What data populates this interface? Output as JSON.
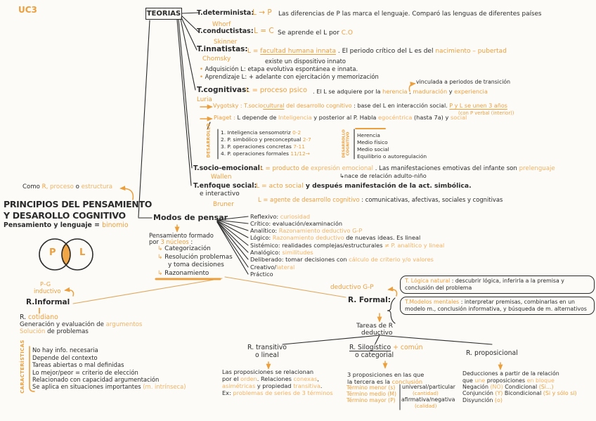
{
  "colors": {
    "ink": "#2b2b2b",
    "orange": "#ec9f3d",
    "orange_light": "#f2b264",
    "paper": "#fcfbf8"
  },
  "header": {
    "unit_tag": "UC3",
    "root_label": "TEORIAS"
  },
  "teorias": {
    "determinista": {
      "title": "T.determinista:",
      "formula": "L → P",
      "desc": "Las diferencias de P las marca el lenguaje. Comparó las lenguas de diferentes países",
      "author": "Whorf"
    },
    "conductista": {
      "title": "T.conductistas:",
      "formula": "L = C",
      "desc": [
        {
          "t": "Se aprende el L por ",
          "c": "b"
        },
        {
          "t": "C.O",
          "c": "o"
        }
      ],
      "author": "Skinner"
    },
    "innatista": {
      "title": "T.innatistas:",
      "desc": [
        {
          "t": "L = ",
          "c": "o"
        },
        {
          "t": "facultad humana innata",
          "c": "o",
          "u": 1
        },
        {
          "t": " . El periodo crítico del L es del ",
          "c": "b"
        },
        {
          "t": "nacimiento – pubertad",
          "c": "o"
        }
      ],
      "desc2": "existe un dispositivo innato",
      "author": "Chomsky",
      "bullets": [
        [
          {
            "t": "• ",
            "c": "o"
          },
          {
            "t": "Adquisición L: etapa evolutiva espontánea e innata.",
            "c": "b"
          }
        ],
        [
          {
            "t": "• ",
            "c": "o"
          },
          {
            "t": "Aprendizaje L: + adelante con ejercitación y memorización",
            "c": "b"
          }
        ]
      ]
    },
    "cognitiva": {
      "title": "T.cognitivas:",
      "formula": "L = proceso psico",
      "desc": [
        {
          "t": ". El L se adquiere por la ",
          "c": "b"
        },
        {
          "t": "herencia",
          "c": "o"
        },
        {
          "t": " , ",
          "c": "b"
        },
        {
          "t": "maduración",
          "c": "o"
        },
        {
          "t": " y ",
          "c": "b"
        },
        {
          "t": "experiencia",
          "c": "o"
        }
      ],
      "annotation": "vinculada a periodos de transición",
      "author": "Luria",
      "vygotsky": [
        {
          "t": "Vygotsky : ",
          "c": "o"
        },
        {
          "t": "T.socio",
          "c": "o"
        },
        {
          "t": "cultural",
          "c": "o",
          "u": 1
        },
        {
          "t": " del desarrollo cognitivo",
          "c": "o"
        },
        {
          "t": " : base del L en interacción social. ",
          "c": "b"
        },
        {
          "t": "P y L se unen 3 años",
          "c": "o",
          "u": 1
        }
      ],
      "vygotsky_note": "(con P verbal (interior))",
      "piaget": [
        {
          "t": "Piaget : ",
          "c": "o"
        },
        {
          "t": "L depende de ",
          "c": "b"
        },
        {
          "t": "Inteligencia",
          "c": "ol"
        },
        {
          "t": " y posterior al P. Habla ",
          "c": "b"
        },
        {
          "t": "egocéntrica",
          "c": "ol"
        },
        {
          "t": " (hasta 7a) y ",
          "c": "b"
        },
        {
          "t": "social",
          "c": "ol"
        }
      ],
      "stages_label": "DESARROLLO",
      "stages": [
        [
          {
            "t": "1. Inteligencia sensomotriz ",
            "c": "b"
          },
          {
            "t": "0-2",
            "c": "o"
          }
        ],
        [
          {
            "t": "2. P. simbólico y preconceptual ",
            "c": "b"
          },
          {
            "t": "2-7",
            "c": "o"
          }
        ],
        [
          {
            "t": "3. P. operaciones concretas ",
            "c": "b"
          },
          {
            "t": "7-11",
            "c": "o"
          }
        ],
        [
          {
            "t": "4. P. operaciones formales ",
            "c": "b"
          },
          {
            "t": "11/12→",
            "c": "o"
          }
        ]
      ],
      "factors_label": "DESARROLLO COGNITIVO",
      "factors": [
        "Herencia",
        "Medio físico",
        "Medio social",
        "Equilibrio o autoregulación"
      ]
    },
    "socioemocional": {
      "title": "T.socio-emocional:",
      "desc": [
        {
          "t": "L = producto de ",
          "c": "o"
        },
        {
          "t": "expresión emocional",
          "c": "ol"
        },
        {
          "t": " . ",
          "c": "b"
        },
        {
          "t": "Las manifestaciones emotivas del infante son ",
          "c": "b"
        },
        {
          "t": "prelenguaje",
          "c": "ol"
        }
      ],
      "sub": "↳nace de relación adulto-niño",
      "author": "Wallen"
    },
    "enfoque_social": {
      "title": "T.enfoque social:",
      "title2": "e interactivo",
      "author": "Bruner",
      "line1": [
        {
          "t": "L = acto social",
          "c": "o"
        },
        {
          "t": " y después manifestación de la act. simbólica.",
          "c": "b",
          "w": 1
        }
      ],
      "line2": [
        {
          "t": "L = agente de desarrollo cognitivo",
          "c": "o"
        },
        {
          "t": " : comunicativas, afectivas, sociales y cognitivas",
          "c": "b"
        }
      ]
    }
  },
  "principios": {
    "note": [
      {
        "t": "Como ",
        "c": "b"
      },
      {
        "t": "R,",
        "c": "o"
      },
      {
        "t": " proceso",
        "c": "ol"
      },
      {
        "t": " o ",
        "c": "b"
      },
      {
        "t": "estructura",
        "c": "ol"
      }
    ],
    "title1": "PRINCIPIOS DEL PENSAMIENTO",
    "title2": "Y DESAROLLO COGNITIVO",
    "subtitle": [
      {
        "t": "Pensamiento y lenguaje = ",
        "c": "b",
        "w": 1
      },
      {
        "t": "binomio",
        "c": "o"
      }
    ],
    "venn": {
      "left": "P",
      "right": "L"
    }
  },
  "modos": {
    "header": "Modos de pensar",
    "formed1": "Pensamiento formado",
    "formed2": [
      {
        "t": "por ",
        "c": "b"
      },
      {
        "t": "3 núcleos",
        "c": "o"
      },
      {
        "t": " :",
        "c": "b"
      }
    ],
    "nucleos": [
      [
        {
          "t": "↳ ",
          "c": "o"
        },
        {
          "t": "Categorización",
          "c": "b"
        }
      ],
      [
        {
          "t": "↳ ",
          "c": "o"
        },
        {
          "t": "Resolución problemas",
          "c": "b"
        }
      ],
      [
        {
          "t": "y toma decisiones",
          "c": "b"
        }
      ],
      [
        {
          "t": "↳ ",
          "c": "o"
        },
        {
          "t": "Razonamiento",
          "c": "b"
        }
      ]
    ],
    "list": [
      [
        {
          "t": "Reflexivo: ",
          "c": "b"
        },
        {
          "t": "curiosidad",
          "c": "ol"
        }
      ],
      [
        {
          "t": "Crítico: evaluación/examinación",
          "c": "b"
        }
      ],
      [
        {
          "t": "Analítico: ",
          "c": "b"
        },
        {
          "t": "Razonamiento deductivo G-P",
          "c": "ol"
        }
      ],
      [
        {
          "t": "Lógico: ",
          "c": "b"
        },
        {
          "t": "Razonamiento deductivo",
          "c": "ol"
        },
        {
          "t": " de nuevas ideas. Es lineal",
          "c": "b"
        }
      ],
      [
        {
          "t": "Sistémico: realidades complejas/estructurales ",
          "c": "b"
        },
        {
          "t": "≠ P. analítico y lineal",
          "c": "ol"
        }
      ],
      [
        {
          "t": "Analógico: ",
          "c": "b"
        },
        {
          "t": "similitudes",
          "c": "ol"
        }
      ],
      [
        {
          "t": "Deliberado: tomar decisiones con ",
          "c": "b"
        },
        {
          "t": "cálculo de criterio y/o valores",
          "c": "ol"
        }
      ],
      [
        {
          "t": "Creativo/",
          "c": "b"
        },
        {
          "t": "lateral",
          "c": "ol"
        }
      ],
      [
        {
          "t": "Práctico",
          "c": "b"
        }
      ]
    ]
  },
  "razonamiento": {
    "informal": {
      "tag1": "P–G",
      "tag2": "inductivo",
      "name": "R.Informal",
      "equiv": "‖",
      "alias": [
        {
          "t": "R. ",
          "c": "b"
        },
        {
          "t": "cotidiano",
          "c": "o"
        }
      ],
      "line1": [
        {
          "t": "Generación y evaluación de ",
          "c": "b"
        },
        {
          "t": "argumentos",
          "c": "ol"
        }
      ],
      "line2": [
        {
          "t": "Solución",
          "c": "ol"
        },
        {
          "t": " de problemas",
          "c": "b"
        }
      ],
      "carac_label": "CARACTERÍSTICAS",
      "carac": [
        "No hay info. necesaria",
        "Depende del contexto",
        "Tareas abiertas o mal definidas",
        "Lo mejor/peor = criterio de elección",
        "Relacionado con capacidad argumentación"
      ],
      "carac_last": [
        {
          "t": "Se aplica en situaciones importantes ",
          "c": "b"
        },
        {
          "t": "(m. intrínseca)",
          "c": "ol"
        }
      ]
    },
    "formal": {
      "tag": "deductivo G-P",
      "name": "R. Formal:",
      "teoria1": [
        {
          "t": "T. Lógica natural",
          "c": "o"
        },
        {
          "t": " : descubrir lógica, inferirla a la premisa y conclusión del problema",
          "c": "b"
        }
      ],
      "teoria2": [
        {
          "t": "T.Modelos mentales",
          "c": "o"
        },
        {
          "t": " : interpretar premisas, combinarlas en un modelo m., conclusión informativa, y búsqueda de m. alternativos",
          "c": "b"
        }
      ],
      "tareas1": "Tareas de R",
      "tareas2": "deductivo",
      "transitivo": {
        "name1": "R. transitivo",
        "name2": "o lineal",
        "lines": [
          [
            {
              "t": "Las proposiciones se relacionan",
              "c": "b"
            }
          ],
          [
            {
              "t": "por el ",
              "c": "b"
            },
            {
              "t": "orden",
              "c": "ol"
            },
            {
              "t": ". Relaciones ",
              "c": "b"
            },
            {
              "t": "conexas",
              "c": "ol"
            },
            {
              "t": ",",
              "c": "b"
            }
          ],
          [
            {
              "t": "asimétricas",
              "c": "ol"
            },
            {
              "t": " y propiedad ",
              "c": "b"
            },
            {
              "t": "transitiva",
              "c": "ol"
            },
            {
              "t": ".",
              "c": "b"
            }
          ],
          [
            {
              "t": "Ex: ",
              "c": "b"
            },
            {
              "t": "problemas de series de 3 términos",
              "c": "ol"
            }
          ]
        ]
      },
      "silogistico": {
        "name1": [
          {
            "t": "R. Silogístico",
            "c": "b",
            "u": 1
          },
          {
            "t": " + común",
            "c": "o"
          }
        ],
        "name2": "o categorial",
        "lines": [
          [
            {
              "t": "3 proposiciones en las que",
              "c": "b"
            }
          ],
          [
            {
              "t": "la tercera es la ",
              "c": "b"
            },
            {
              "t": "conclusión",
              "c": "o"
            }
          ]
        ],
        "terms": [
          "Término menor (s)",
          "Término medio (M)",
          "Término mayor (P)"
        ],
        "col_top": "universal/particular",
        "col_top_note": "(cantidad)",
        "col_bottom": "afirmativa/negativa",
        "col_bottom_note": "(calidad)"
      },
      "proposicional": {
        "name": "R. proposicional",
        "lines": [
          [
            {
              "t": "Deducciones a partir de la relación",
              "c": "b"
            }
          ],
          [
            {
              "t": "que ",
              "c": "b"
            },
            {
              "t": "une",
              "c": "ol"
            },
            {
              "t": " proposiciones ",
              "c": "b"
            },
            {
              "t": "en bloque",
              "c": "ol"
            }
          ],
          [
            {
              "t": "Negación ",
              "c": "b"
            },
            {
              "t": "(NO)",
              "c": "ol"
            },
            {
              "t": "  Condicional ",
              "c": "b"
            },
            {
              "t": "(Si...)",
              "c": "o"
            }
          ],
          [
            {
              "t": "Conjunción ",
              "c": "b"
            },
            {
              "t": "(Y)",
              "c": "o"
            },
            {
              "t": " Bicondicional ",
              "c": "b"
            },
            {
              "t": "(Si y sólo si)",
              "c": "o"
            }
          ],
          [
            {
              "t": "Disyunción ",
              "c": "b"
            },
            {
              "t": "(o)",
              "c": "o"
            }
          ]
        ]
      }
    }
  }
}
